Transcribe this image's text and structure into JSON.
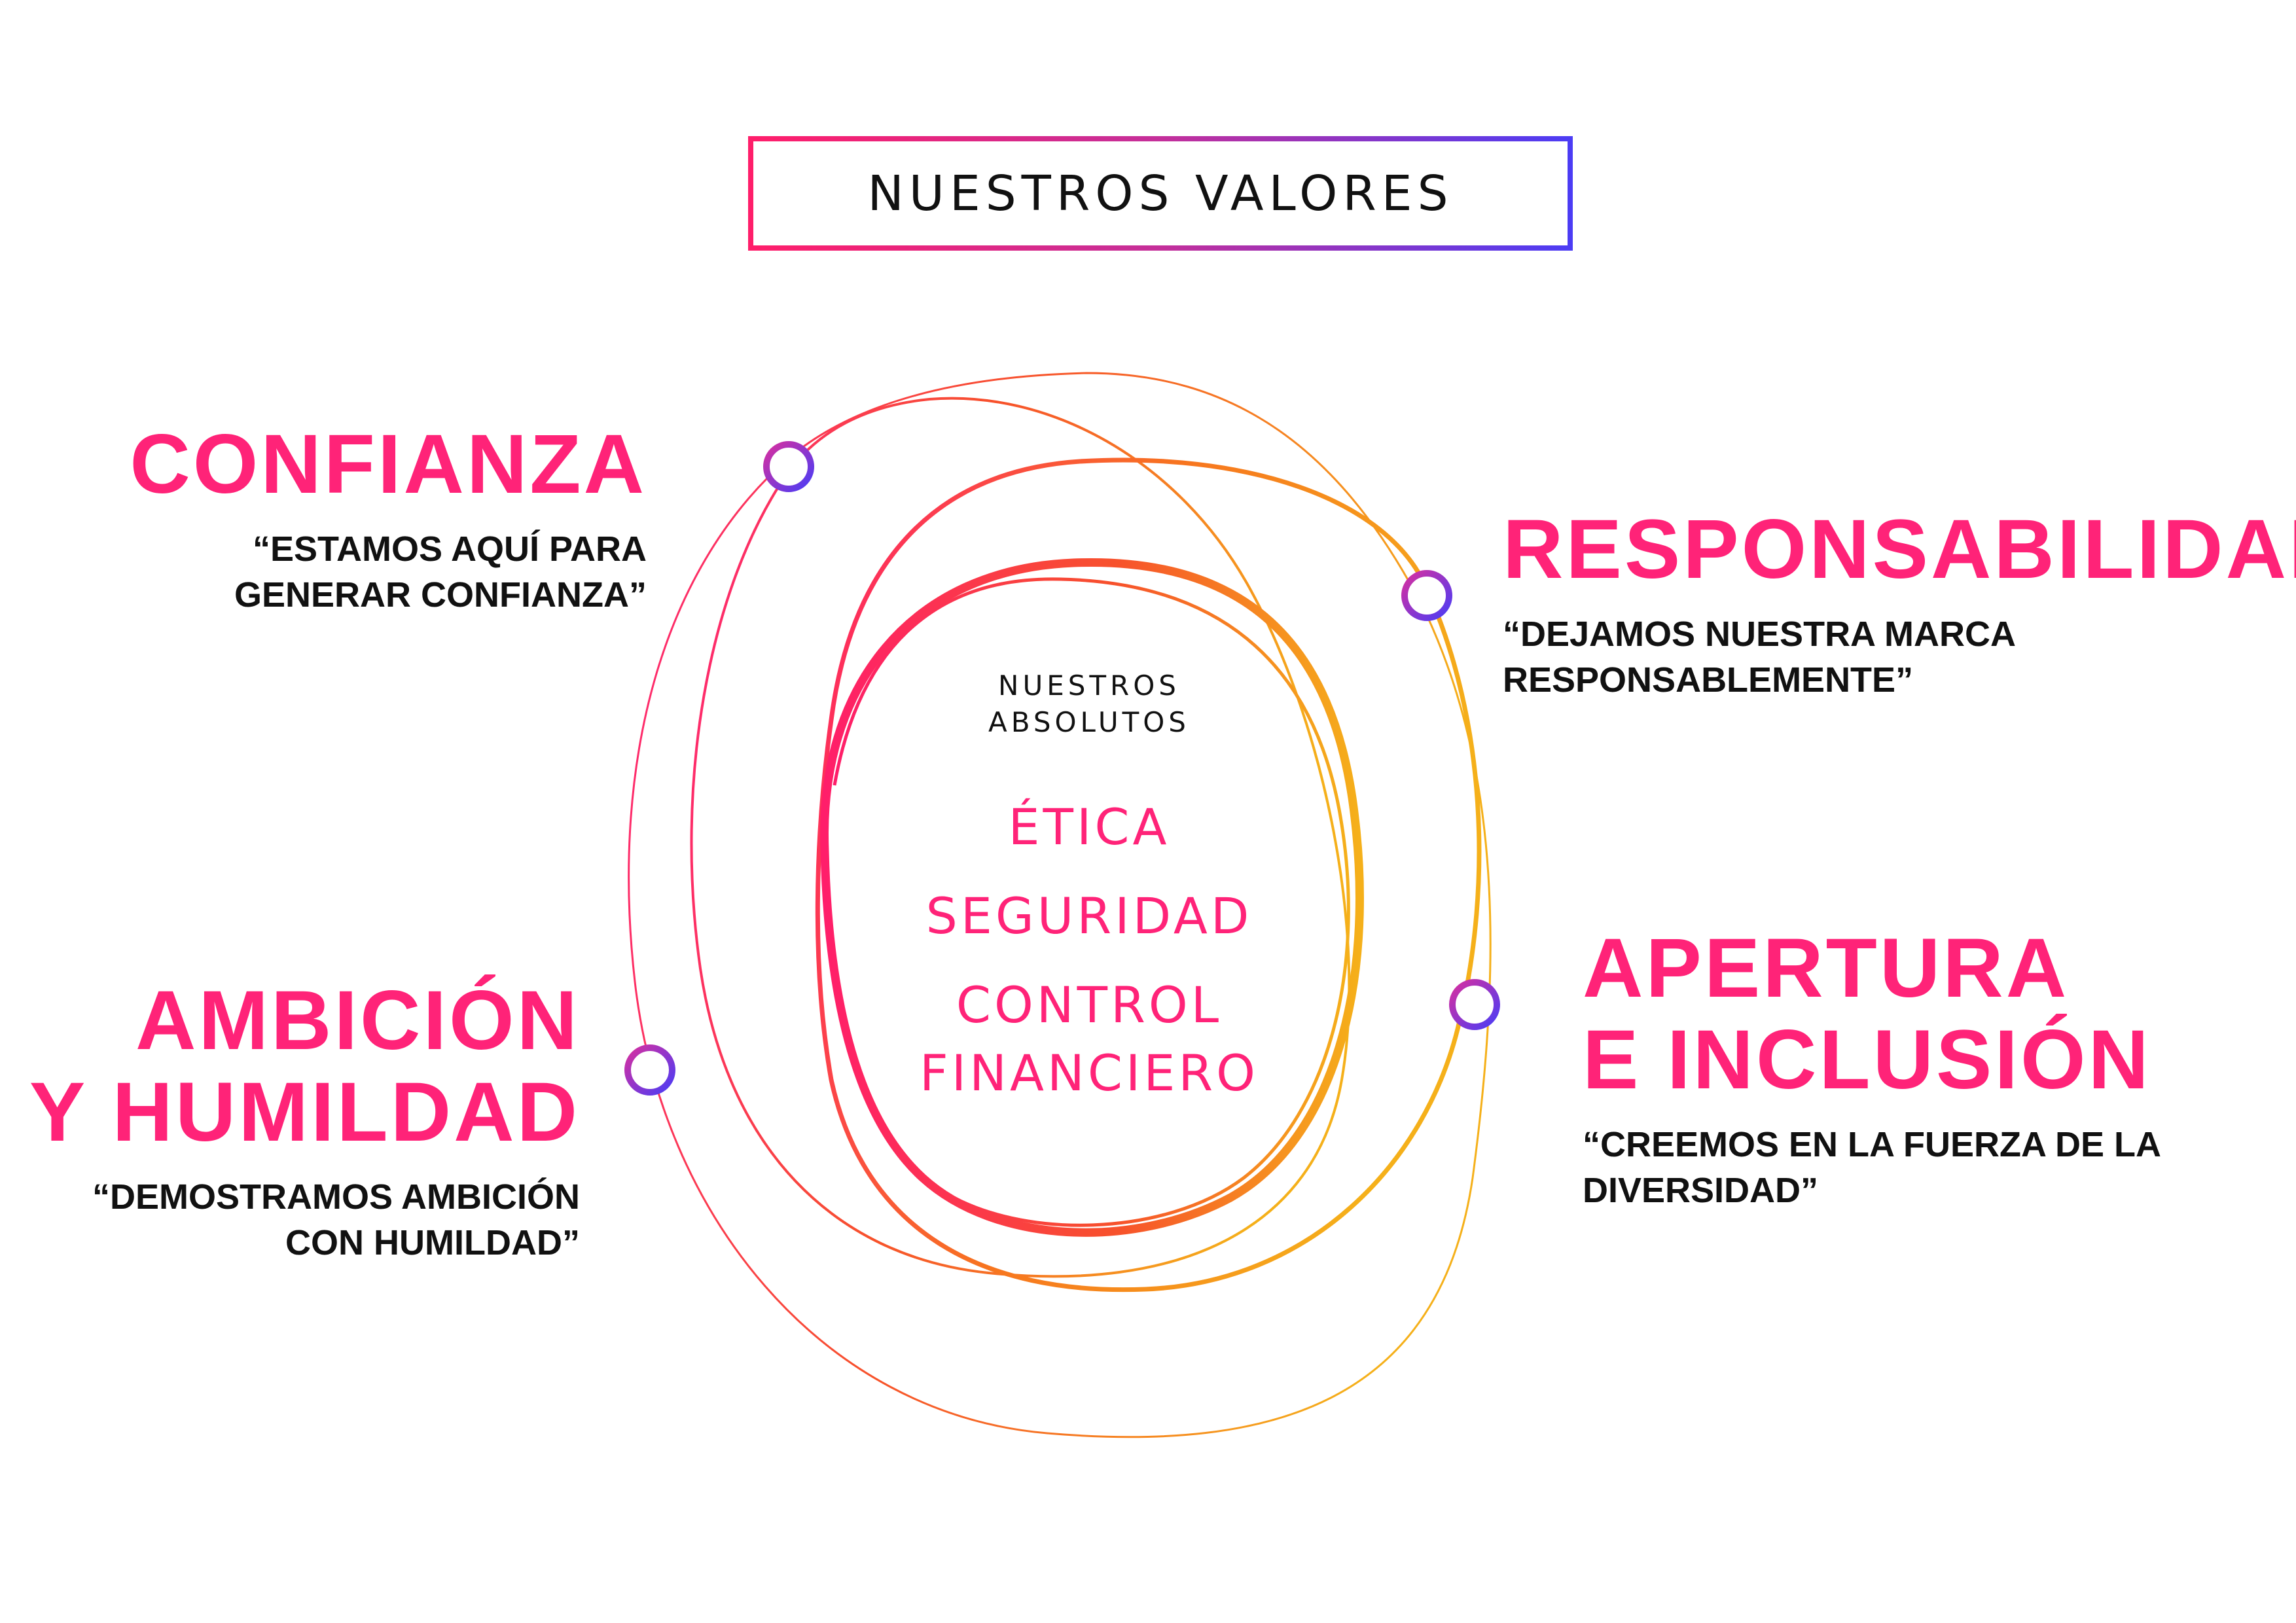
{
  "header": {
    "title": "NUESTROS VALORES"
  },
  "values": [
    {
      "id": "confianza",
      "title_lines": [
        "CONFIANZA"
      ],
      "quote_lines": [
        "“ESTAMOS AQUÍ PARA",
        "GENERAR CONFIANZA”"
      ]
    },
    {
      "id": "responsabilidad",
      "title_lines": [
        "RESPONSABILIDAD"
      ],
      "quote_lines": [
        "“DEJAMOS NUESTRA MARCA",
        "RESPONSABLEMENTE”"
      ]
    },
    {
      "id": "ambicion",
      "title_lines": [
        "AMBICIÓN",
        "Y HUMILDAD"
      ],
      "quote_lines": [
        "“DEMOSTRAMOS AMBICIÓN",
        "CON HUMILDAD”"
      ]
    },
    {
      "id": "apertura",
      "title_lines": [
        "APERTURA",
        "E INCLUSIÓN"
      ],
      "quote_lines": [
        "“CREEMOS EN LA FUERZA DE LA",
        "DIVERSIDAD”"
      ]
    }
  ],
  "center": {
    "label_lines": [
      "NUESTROS",
      "ABSOLUTOS"
    ],
    "items": [
      {
        "lines": [
          "ÉTICA"
        ]
      },
      {
        "lines": [
          "SEGURIDAD"
        ]
      },
      {
        "lines": [
          "CONTROL",
          "FINANCIERO"
        ]
      }
    ]
  },
  "colors": {
    "accent_pink": "#ff2378",
    "accent_orange": "#f7741f",
    "accent_yellow": "#f5b01a",
    "accent_violet": "#4b3cf5",
    "text_dark": "#111111"
  }
}
